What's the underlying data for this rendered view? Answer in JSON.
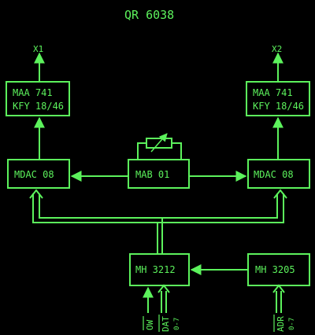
{
  "title": "QR 6038",
  "outputs": {
    "left": "X1",
    "right": "X2"
  },
  "blocks": {
    "maa_left": {
      "line1": "MAA 741",
      "line2": "KFY 18/46"
    },
    "maa_right": {
      "line1": "MAA 741",
      "line2": "KFY 18/46"
    },
    "mdac_left": "MDAC 08",
    "mdac_right": "MDAC 08",
    "mab": "MAB 01",
    "mh3212": "MH 3212",
    "mh3205": "MH 3205"
  },
  "inputs": {
    "ow": "OW",
    "dat": "DAT",
    "dat_range": "0-7",
    "adr": "ADR",
    "adr_range": "0-7"
  },
  "colors": {
    "line": "#5cf25c",
    "background": "#000000"
  }
}
